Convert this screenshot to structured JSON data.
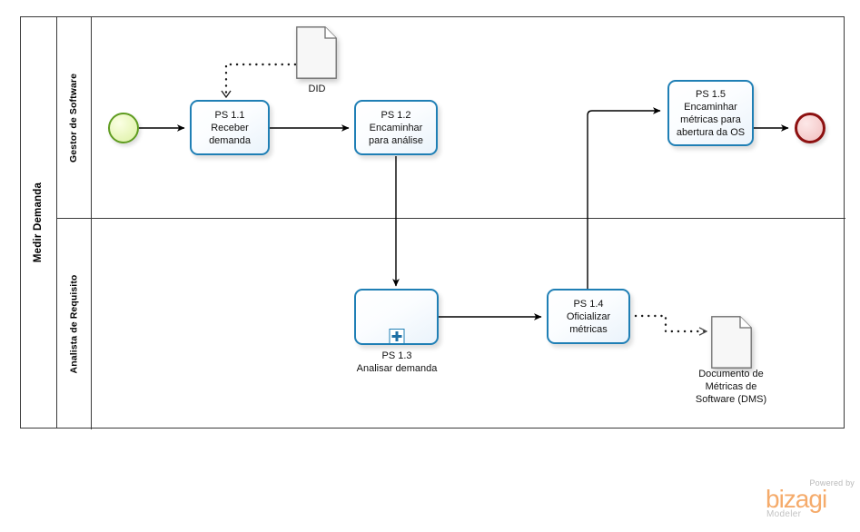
{
  "diagram": {
    "type": "bpmn-process-diagram",
    "pool": {
      "name": "Medir Demanda",
      "lanes": [
        {
          "name": "Gestor de Software"
        },
        {
          "name": "Analista de Requisito"
        }
      ]
    },
    "events": [
      {
        "id": "start",
        "kind": "start-event",
        "border_color": "#5f9c20",
        "fill_color": "#e6f5bd"
      },
      {
        "id": "end",
        "kind": "end-event",
        "border_color": "#8d1111",
        "fill_color": "#f5cccc"
      }
    ],
    "tasks": [
      {
        "id": "ps11",
        "code": "PS 1.1",
        "name": "Receber\ndemanda",
        "label": "PS 1.1\nReceber\ndemanda",
        "lane": "Gestor de Software",
        "kind": "task"
      },
      {
        "id": "ps12",
        "code": "PS 1.2",
        "name": "Encaminhar\npara análise",
        "label": "PS 1.2\nEncaminhar\npara análise",
        "lane": "Gestor de Software",
        "kind": "task"
      },
      {
        "id": "ps13",
        "code": "PS 1.3",
        "name": "Analisar demanda",
        "label": "PS 1.3\nAnalisar demanda",
        "lane": "Analista de Requisito",
        "kind": "collapsed-subprocess",
        "marker": "plus"
      },
      {
        "id": "ps14",
        "code": "PS 1.4",
        "name": "Oficializar\nmétricas",
        "label": "PS 1.4\nOficializar\nmétricas",
        "lane": "Analista de Requisito",
        "kind": "task"
      },
      {
        "id": "ps15",
        "code": "PS 1.5",
        "name": "Encaminhar\nmétricas para\nabertura da OS",
        "label": "PS 1.5\nEncaminhar\nmétricas para\nabertura da OS",
        "lane": "Gestor de Software",
        "kind": "task"
      }
    ],
    "data_objects": [
      {
        "id": "did",
        "label": "DID",
        "lane": "Gestor de Software"
      },
      {
        "id": "dms",
        "label": "Documento de\nMétricas de\nSoftware (DMS)",
        "lane": "Analista de Requisito"
      }
    ],
    "flows": [
      {
        "from": "start",
        "to": "ps11",
        "type": "sequence-flow"
      },
      {
        "from": "ps11",
        "to": "ps12",
        "type": "sequence-flow"
      },
      {
        "from": "ps12",
        "to": "ps13",
        "type": "sequence-flow"
      },
      {
        "from": "ps13",
        "to": "ps14",
        "type": "sequence-flow"
      },
      {
        "from": "ps14",
        "to": "ps15",
        "type": "sequence-flow"
      },
      {
        "from": "ps15",
        "to": "end",
        "type": "sequence-flow"
      },
      {
        "from": "did",
        "to": "ps11",
        "type": "association",
        "style": "dotted"
      },
      {
        "from": "ps14",
        "to": "dms",
        "type": "association",
        "style": "dotted"
      }
    ]
  },
  "branding": {
    "powered_by": "Powered by",
    "product": "bizagi",
    "edition": "Modeler",
    "accent_color": "#f5ab6b"
  }
}
